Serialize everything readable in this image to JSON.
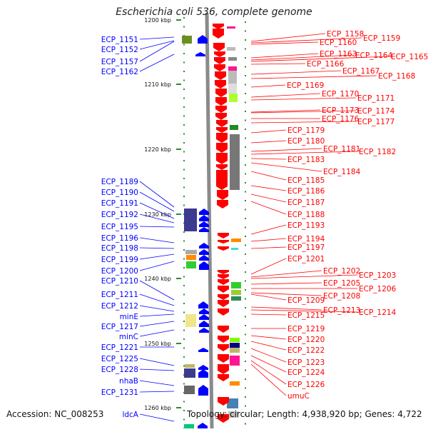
{
  "title": "Escherichia coli 536, complete genome",
  "footer": {
    "accession": "Accession: NC_008253",
    "summary": "Topology: circular; Length: 4,938,920 bp; Genes: 4,722"
  },
  "colors": {
    "reverse_strand": "#ff0000",
    "forward_strand": "#0000ff",
    "axis": "#888888",
    "tick": "#2e8b2e"
  },
  "ruler": {
    "unit": "kbp",
    "ticks": [
      "1200 kbp",
      "1210 kbp",
      "1220 kbp",
      "1230 kbp",
      "1240 kbp",
      "1250 kbp",
      "1260 kbp"
    ]
  },
  "forward_labels": [
    "ECP_1151",
    "ECP_1152",
    "ECP_1157",
    "ECP_1162",
    "ECP_1189",
    "ECP_1190",
    "ECP_1191",
    "ECP_1192",
    "ECP_1195",
    "ECP_1196",
    "ECP_1198",
    "ECP_1199",
    "ECP_1200",
    "ECP_1210",
    "ECP_1211",
    "ECP_1212",
    "minE",
    "ECP_1217",
    "minC",
    "ECP_1221",
    "ECP_1225",
    "ECP_1228",
    "nhaB",
    "ECP_1231",
    "ldcA"
  ],
  "reverse_labels": [
    "ECP_1158",
    "ECP_1159",
    "ECP_1160",
    "ECP_1163",
    "ECP_1164",
    "ECP_1165",
    "ECP_1166",
    "ECP_1167",
    "ECP_1168",
    "ECP_1169",
    "ECP_1170",
    "ECP_1171",
    "ECP_1173",
    "ECP_1174",
    "ECP_1176",
    "ECP_1177",
    "ECP_1179",
    "ECP_1180",
    "ECP_1181",
    "ECP_1182",
    "ECP_1183",
    "ECP_1184",
    "ECP_1185",
    "ECP_1186",
    "ECP_1187",
    "ECP_1188",
    "ECP_1193",
    "ECP_1194",
    "ECP_1197",
    "ECP_1201",
    "ECP_1202",
    "ECP_1203",
    "ECP_1205",
    "ECP_1206",
    "ECP_1208",
    "ECP_1209",
    "ECP_1213",
    "ECP_1214",
    "ECP_1215",
    "ECP_1219",
    "ECP_1220",
    "ECP_1222",
    "ECP_1223",
    "ECP_1224",
    "ECP_1226",
    "umuC"
  ]
}
